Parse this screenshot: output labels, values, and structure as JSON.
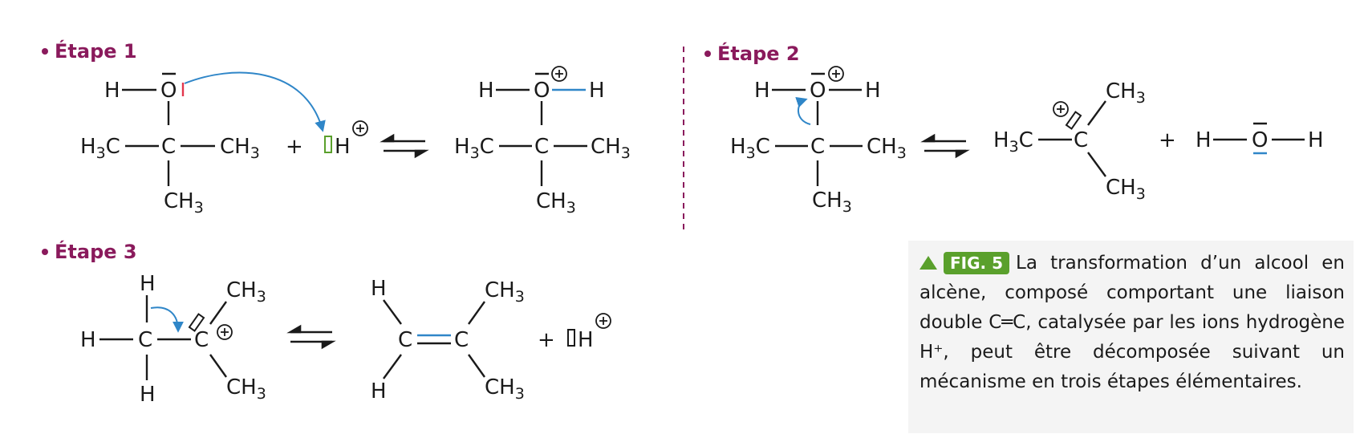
{
  "headings": {
    "etape1": "Étape 1",
    "etape2": "Étape 2",
    "etape3": "Étape 3"
  },
  "atoms": {
    "H": "H",
    "O": "O",
    "C": "C",
    "CH": "CH",
    "H3": "H",
    "sub3": "3",
    "plus": "+"
  },
  "caption": {
    "badge": "FIG. 5",
    "text": "La transformation d’un alcool en alcène, composé comportant une liaison double C═C, catalysée par les ions hydrogène H⁺, peut être décomposée suivant un mécanisme en trois étapes élémentaires."
  },
  "colors": {
    "heading": "#8a1a5c",
    "arrow": "#2f86c8",
    "badge": "#5aa02c",
    "lone_pair_red": "#e2364d"
  }
}
